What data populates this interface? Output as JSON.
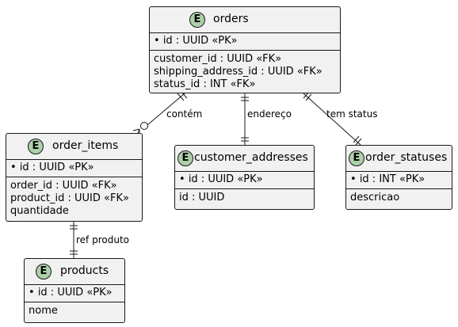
{
  "entities": {
    "orders": {
      "badge": "E",
      "name": "orders",
      "pk": "id : UUID «PK»",
      "attributes": [
        "customer_id : UUID «FK»",
        "shipping_address_id : UUID «FK»",
        "status_id : INT «FK»"
      ]
    },
    "order_items": {
      "badge": "E",
      "name": "order_items",
      "pk": "id : UUID «PK»",
      "attributes": [
        "order_id : UUID «FK»",
        "product_id : UUID «FK»",
        "quantidade"
      ]
    },
    "customer_addresses": {
      "badge": "E",
      "name": "customer_addresses",
      "pk": "id : UUID «PK»",
      "attributes": [
        "id : UUID"
      ]
    },
    "order_statuses": {
      "badge": "E",
      "name": "order_statuses",
      "pk": "id : INT «PK»",
      "attributes": [
        "descricao"
      ]
    },
    "products": {
      "badge": "E",
      "name": "products",
      "pk": "id : UUID «PK»",
      "attributes": [
        "nome"
      ]
    }
  },
  "relationships": [
    {
      "from": "orders",
      "to": "order_items",
      "label": "contém"
    },
    {
      "from": "orders",
      "to": "customer_addresses",
      "label": "endereço"
    },
    {
      "from": "orders",
      "to": "order_statuses",
      "label": "tem status"
    },
    {
      "from": "order_items",
      "to": "products",
      "label": "ref produto"
    }
  ],
  "colors": {
    "entity_fill": "#f1f1f1",
    "border": "#181818",
    "badge_fill": "#adcfaa"
  }
}
